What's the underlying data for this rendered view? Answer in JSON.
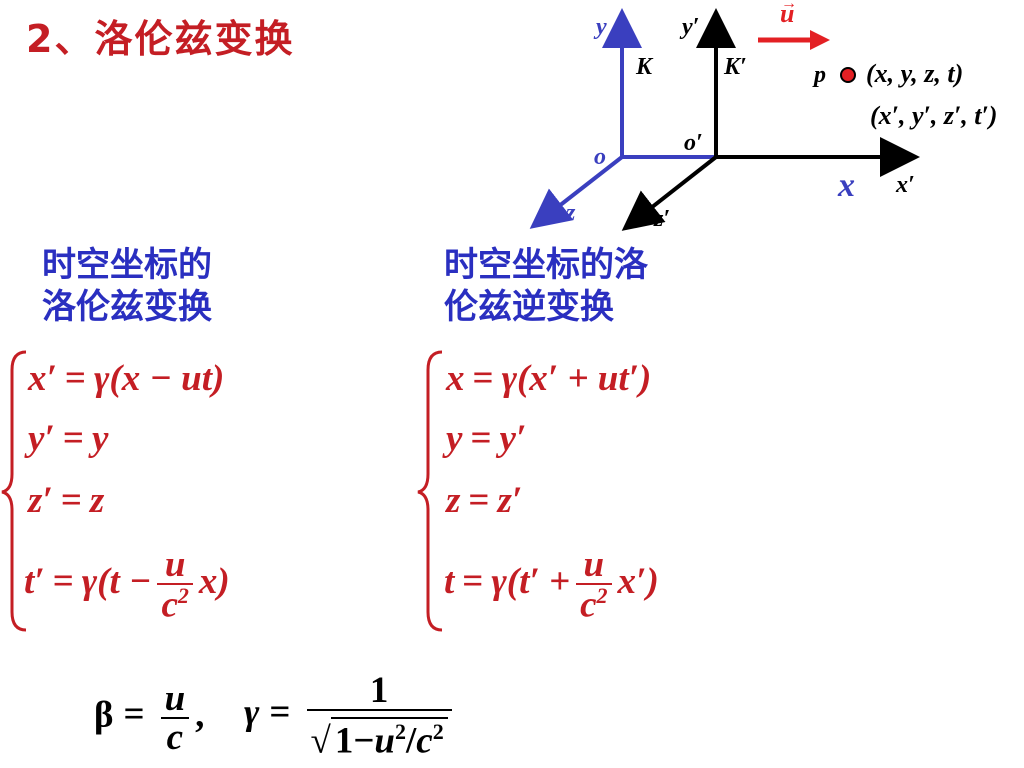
{
  "title": "2、洛伦兹变换",
  "figure": {
    "frame_k": {
      "y": "y",
      "name": "K",
      "origin": "o",
      "x": "x",
      "z": "z"
    },
    "frame_k_prime": {
      "y": "y′",
      "name": "K′",
      "origin": "o′",
      "x": "x′",
      "z": "z′"
    },
    "velocity": "u",
    "point": "p",
    "coords": "(x, y, z, t)",
    "coords_prime": "(x′, y′, z′, t′)",
    "colors": {
      "k_axes": "#3a3fbf",
      "k_prime_axes": "#000000",
      "velocity": "#e32024",
      "text_red": "#c41e24"
    }
  },
  "forward": {
    "heading_line1": "时空坐标的",
    "heading_line2": "洛伦兹变换",
    "eq1": {
      "lhs": "x′",
      "eq": "=",
      "rhs": "γ(x − ut)"
    },
    "eq2": {
      "lhs": "y′",
      "eq": "=",
      "rhs": "y"
    },
    "eq3": {
      "lhs": "z′",
      "eq": "=",
      "rhs": "z"
    },
    "eq4": {
      "lhs": "t′",
      "eq": "=",
      "pre": "γ(t −",
      "num": "u",
      "den": "c",
      "exp": "2",
      "post": "x)"
    }
  },
  "inverse": {
    "heading_line1": "时空坐标的洛",
    "heading_line2": "伦兹逆变换",
    "eq1": {
      "lhs": "x",
      "eq": "=",
      "rhs": "γ(x′ + ut′)"
    },
    "eq2": {
      "lhs": "y",
      "eq": "=",
      "rhs": "y′"
    },
    "eq3": {
      "lhs": "z",
      "eq": "=",
      "rhs": "z′"
    },
    "eq4": {
      "lhs": "t",
      "eq": "=",
      "pre": "γ(t′ +",
      "num": "u",
      "den": "c",
      "exp": "2",
      "post": "x′)"
    }
  },
  "definitions": {
    "beta": "β",
    "beta_num": "u",
    "beta_den": "c",
    "gamma": "γ",
    "gamma_num": "1",
    "gamma_den_one": "1",
    "gamma_den_minus": "−",
    "gamma_den_u": "u",
    "gamma_den_exp": "2",
    "gamma_den_c": "c",
    "gamma_den_exp2": "2",
    "eq": "=",
    "comma": ","
  }
}
